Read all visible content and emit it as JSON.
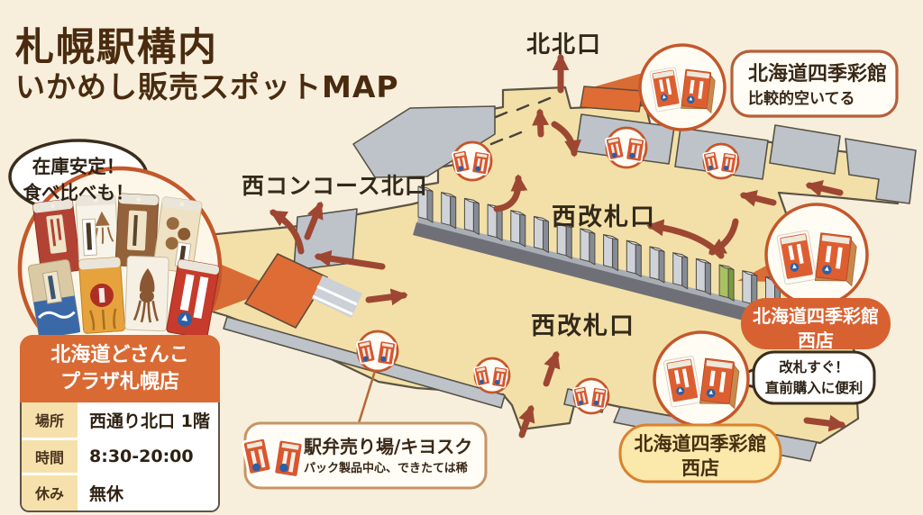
{
  "title": {
    "line1": "札幌駅構内",
    "line2": "いかめし販売スポットMAP"
  },
  "map_labels": {
    "north_north_exit": "北北口",
    "west_concourse_north_exit": "西コンコース北口",
    "west_gate_upper": "西改札口",
    "west_gate_lower": "西改札口"
  },
  "callouts": {
    "shikisaikan_main": {
      "title": "北海道四季彩館",
      "note": "比較的空いてる"
    },
    "stock_bubble": {
      "line1": "在庫安定！",
      "line2": "食べ比べも！"
    },
    "ekiben": {
      "title": "駅弁売り場/キヨスク",
      "note": "パック製品中心、できたては稀"
    },
    "shikisaikan_west_badge": {
      "line1": "北海道四季彩館",
      "line2": "西店"
    },
    "kaisatsu_bubble": {
      "line1": "改札すぐ！",
      "line2": "直前購入に便利"
    },
    "shikisaikan_west_label": {
      "line1": "北海道四季彩館",
      "line2": "西店"
    }
  },
  "store_card": {
    "title_line1": "北海道どさんこ",
    "title_line2": "プラザ札幌店",
    "rows": [
      {
        "label": "場所",
        "value": "西通り北口 1階"
      },
      {
        "label": "時間",
        "value": "8:30-20:00"
      },
      {
        "label": "休み",
        "value": "無休"
      }
    ]
  },
  "icons": {
    "spot_marker": "ikameshi-pack-icon",
    "product_circle": "ikameshi-product-lineup-icon",
    "route_arrow": "route-arrow-icon",
    "ticket_gates": "ticket-gate-row-icon"
  },
  "colors": {
    "background": "#f7efdb",
    "floor": "#f3e0a8",
    "structure_gray": "#bec3ca",
    "store_orange": "#df6c35",
    "accent_border": "#c4572b",
    "arrow": "#9d4733",
    "title_text": "#4a2b10",
    "gate_green": "#a9c162",
    "card_header": "#d96a34",
    "card_label_bg": "#f6e1ac",
    "yellow_label_bg": "#fbe8ab"
  }
}
